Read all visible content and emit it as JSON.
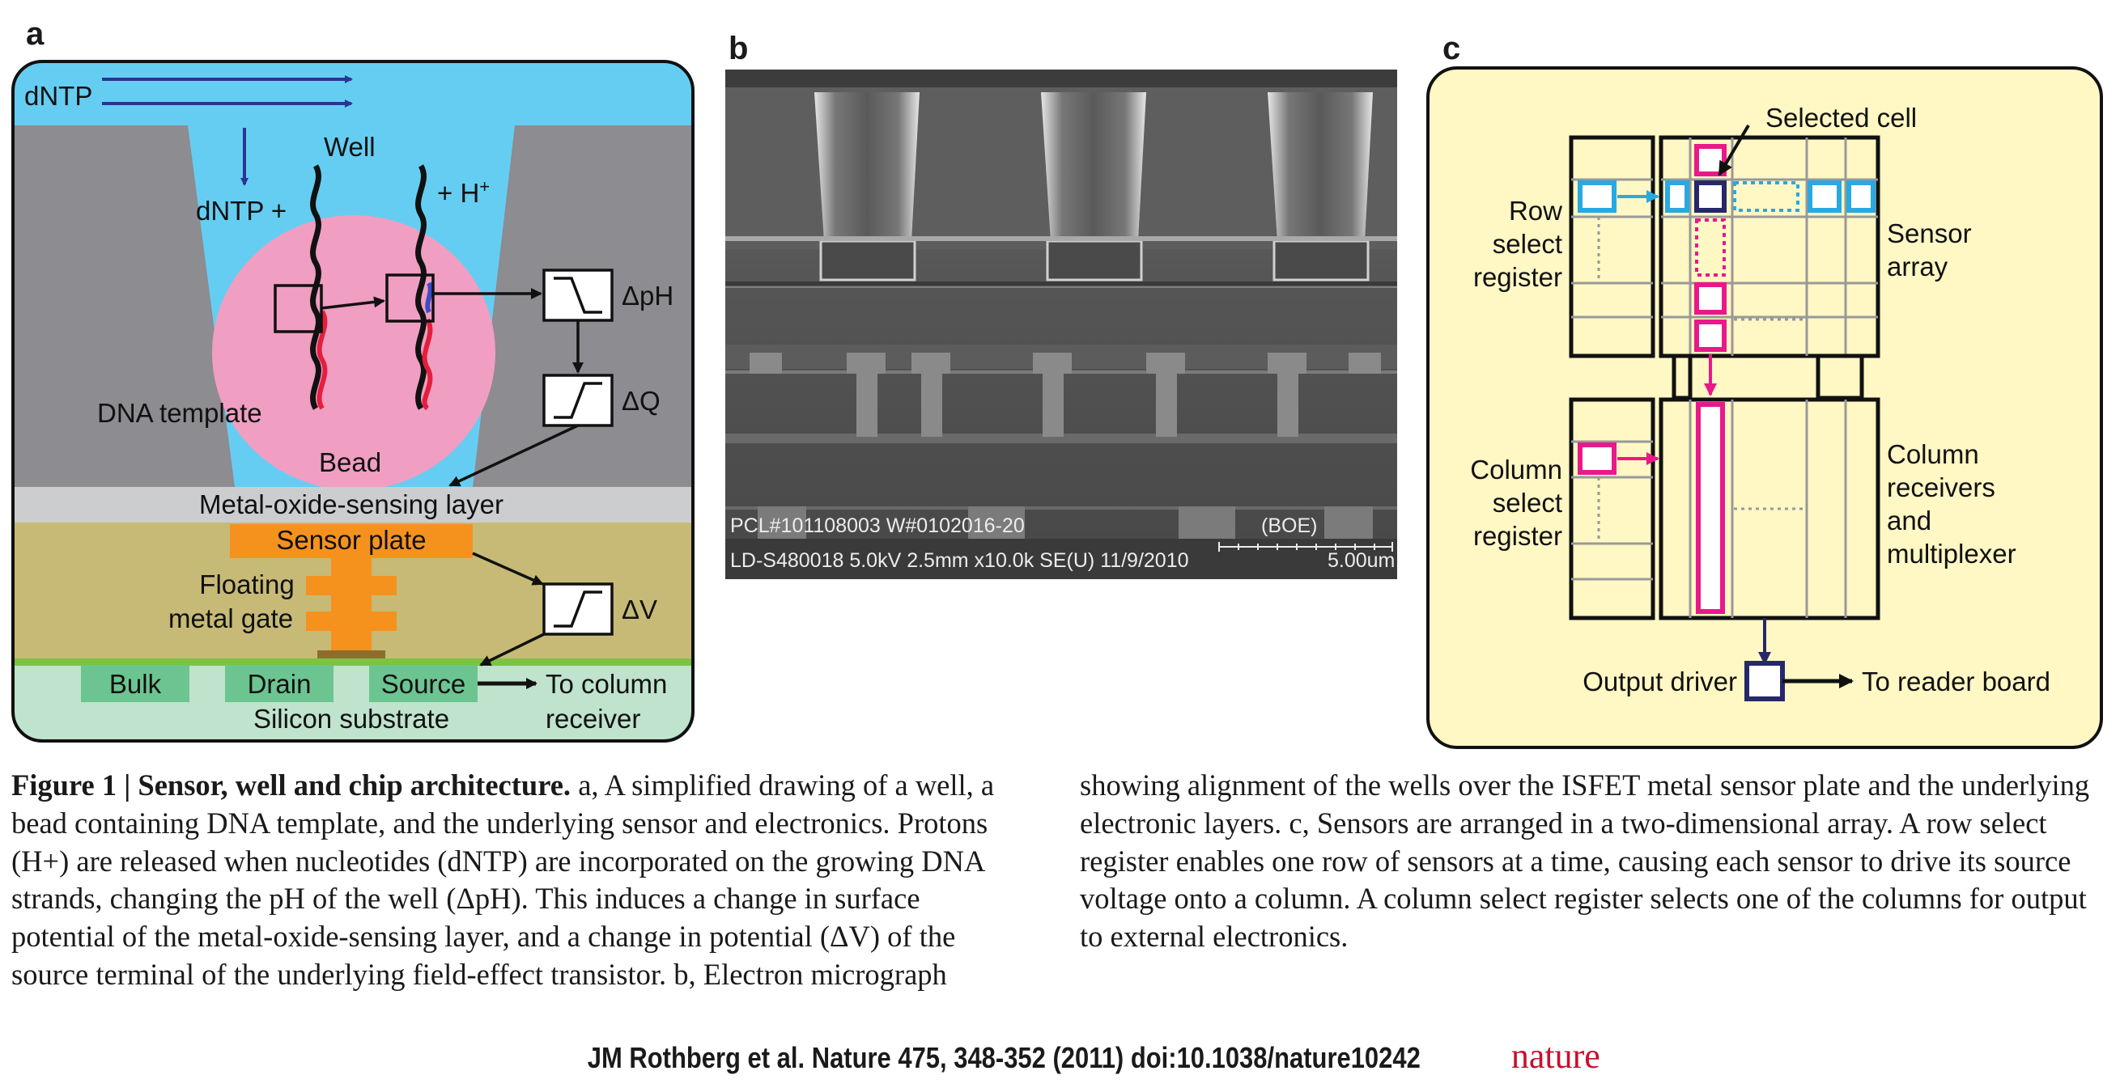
{
  "panels": {
    "a": {
      "letter": "a",
      "dntp_top": "dNTP",
      "well": "Well",
      "dntp_plus": "dNTP +",
      "h_plus": "+ H",
      "h_plus_sup": "+",
      "delta_ph": "ΔpH",
      "delta_q": "ΔQ",
      "dna_template": "DNA template",
      "bead": "Bead",
      "sensing_layer": "Metal-oxide-sensing layer",
      "sensor_plate": "Sensor plate",
      "floating_gate_1": "Floating",
      "floating_gate_2": "metal gate",
      "delta_v": "ΔV",
      "bulk": "Bulk",
      "drain": "Drain",
      "source": "Source",
      "to_column_1": "To column",
      "to_column_2": "receiver",
      "substrate": "Silicon substrate"
    },
    "b": {
      "letter": "b",
      "sem_line1": "PCL#101108003   W#0102016-20",
      "sem_boe": "(BOE)",
      "sem_line2": "LD-S480018 5.0kV 2.5mm x10.0k SE(U) 11/9/2010",
      "sem_scale": "5.00um"
    },
    "c": {
      "letter": "c",
      "selected_cell": "Selected cell",
      "row_select_1": "Row",
      "row_select_2": "select",
      "row_select_3": "register",
      "sensor_array_1": "Sensor",
      "sensor_array_2": "array",
      "column_select_1": "Column",
      "column_select_2": "select",
      "column_select_3": "register",
      "column_rx_1": "Column",
      "column_rx_2": "receivers",
      "column_rx_3": "and",
      "column_rx_4": "multiplexer",
      "output_driver": "Output driver",
      "to_reader": "To reader board"
    }
  },
  "caption": {
    "label": "Figure 1 | Sensor, well and chip architecture.",
    "text": " a, A simplified drawing of a well, a bead containing DNA template, and the underlying sensor and electronics. Protons (H+) are released when nucleotides (dNTP) are incorporated on the growing DNA strands, changing the pH of the well (ΔpH). This induces a change in surface potential of the metal-oxide-sensing layer, and a change in potential (ΔV) of the source terminal of the underlying field-effect transistor. b, Electron micrograph showing alignment of the wells over the ISFET metal sensor plate and the underlying electronic layers. c, Sensors are arranged in a two-dimensional array. A row select register enables one row of sensors at a time, causing each sensor to drive its source voltage onto a column. A column select register selects one of the columns for output to external electronics."
  },
  "citation": {
    "text": "JM Rothberg et al. Nature 475, 348-352 (2011) doi:10.1038/nature10242",
    "journal": "nature"
  },
  "colors": {
    "sky": "#66cdf2",
    "gray": "#8c8c91",
    "bead": "#f09ec2",
    "sensing": "#cccdcf",
    "tan": "#c7ba76",
    "orange": "#f5921e",
    "substrate": "#bfe3cc",
    "terminal": "#6cc591",
    "panel_c_bg": "#fff7c4",
    "magenta": "#e8198b",
    "cyan": "#28a9e1",
    "navy": "#25286b",
    "journal_red": "#c8102e"
  }
}
